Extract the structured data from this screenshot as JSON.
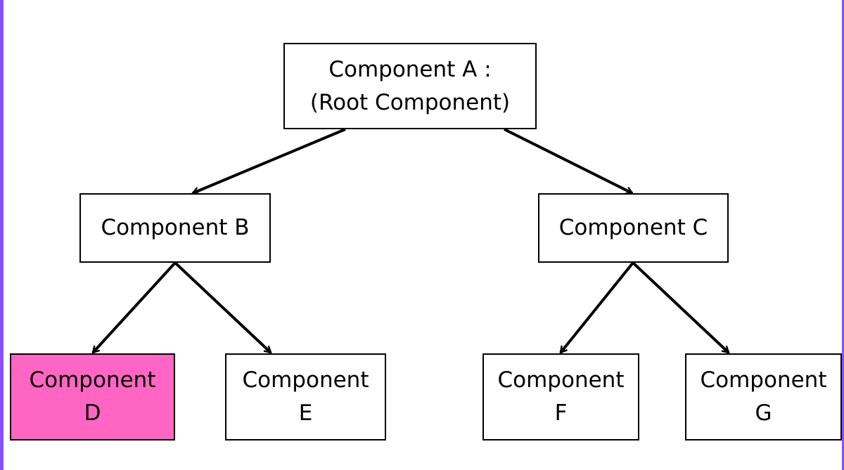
{
  "diagram": {
    "highlight_color": "#ff66c4",
    "frame_color": "#8a4dff",
    "nodes": {
      "a": {
        "line1": "Component A :",
        "line2": "(Root Component)"
      },
      "b": {
        "line1": "Component B"
      },
      "c": {
        "line1": "Component C"
      },
      "d": {
        "line1": "Component",
        "line2": "D",
        "highlighted": true
      },
      "e": {
        "line1": "Component",
        "line2": "E"
      },
      "f": {
        "line1": "Component",
        "line2": "F"
      },
      "g": {
        "line1": "Component",
        "line2": "G"
      }
    },
    "edges": [
      {
        "from": "a",
        "to": "b"
      },
      {
        "from": "a",
        "to": "c"
      },
      {
        "from": "b",
        "to": "d"
      },
      {
        "from": "b",
        "to": "e"
      },
      {
        "from": "c",
        "to": "f"
      },
      {
        "from": "c",
        "to": "g"
      }
    ]
  }
}
